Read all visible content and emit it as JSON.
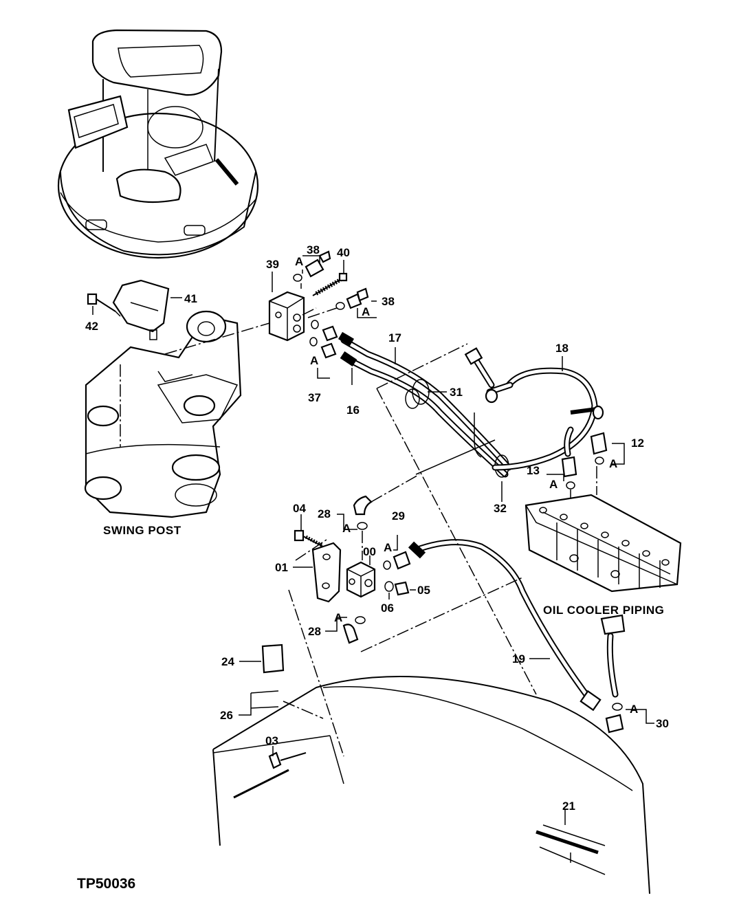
{
  "diagram_code": "TP50036",
  "captions": {
    "swing_post": "SWING POST",
    "oil_cooler_piping": "OIL COOLER  PIPING"
  },
  "callouts": {
    "p38a": "38",
    "p38b": "38",
    "p40": "40",
    "p39": "39",
    "p41": "41",
    "p42": "42",
    "p17": "17",
    "p18": "18",
    "p31": "31",
    "p16": "16",
    "p37": "37",
    "p12": "12",
    "p13": "13",
    "p32": "32",
    "p04": "04",
    "p28a": "28",
    "p29": "29",
    "p00": "00",
    "p01": "01",
    "p05": "05",
    "p06": "06",
    "p28b": "28",
    "p19": "19",
    "p24": "24",
    "p26": "26",
    "p03": "03",
    "p30": "30",
    "p21": "21"
  },
  "reference_markers": {
    "a1": "A",
    "a2": "A",
    "a3": "A",
    "a4": "A",
    "a5": "A",
    "a6": "A",
    "a7": "A",
    "a8": "A",
    "a9": "A",
    "a10": "A"
  }
}
